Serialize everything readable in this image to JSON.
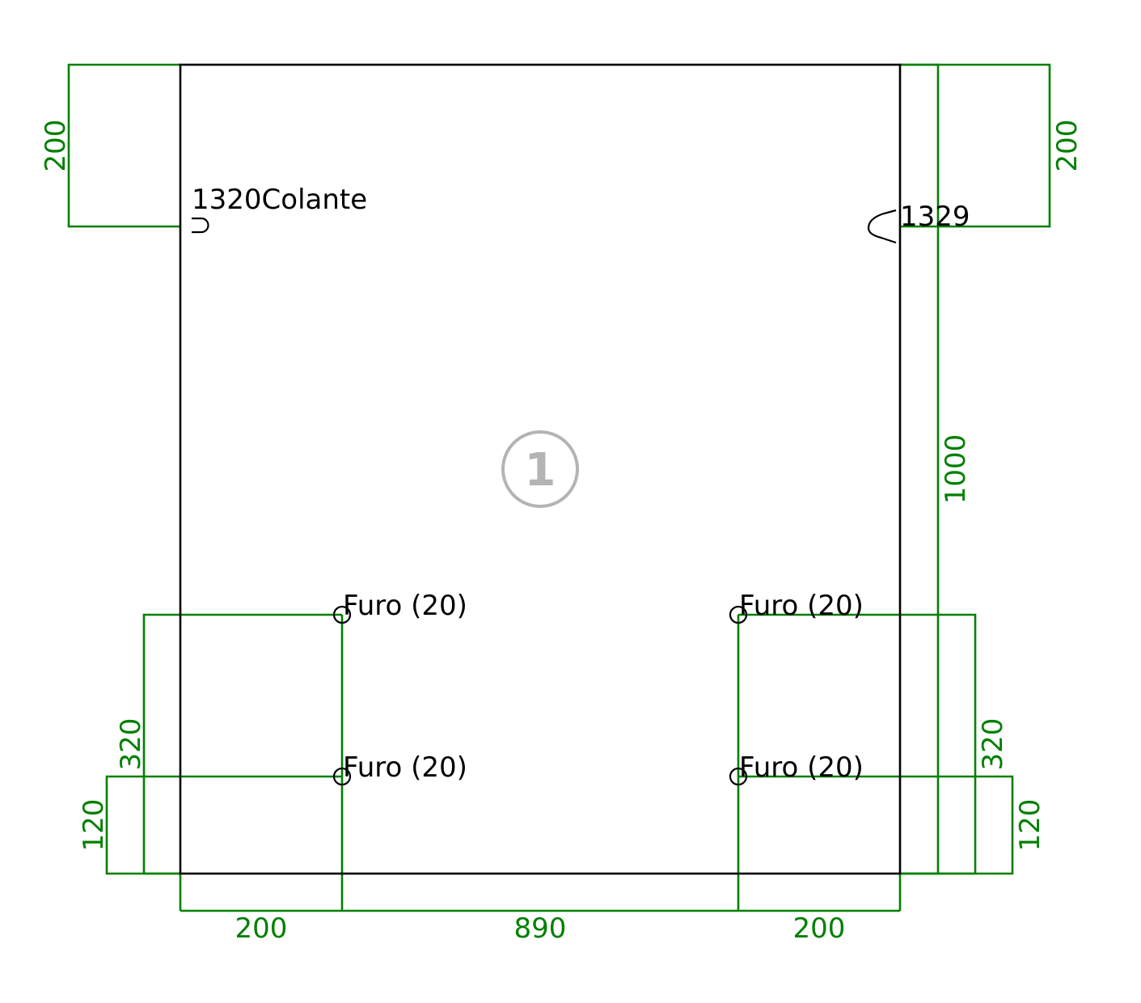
{
  "colors": {
    "dimension": "#008000",
    "outline": "#000000",
    "piece_marker": "#b4b4b4"
  },
  "piece": {
    "number": "1"
  },
  "edge_labels": {
    "left": "1320Colante",
    "right": "1329"
  },
  "holes": [
    {
      "label": "Furo (20)"
    },
    {
      "label": "Furo (20)"
    },
    {
      "label": "Furo (20)"
    },
    {
      "label": "Furo (20)"
    }
  ],
  "dimensions": {
    "left_top": "200",
    "right_top": "200",
    "right_height": "1000",
    "left_320": "320",
    "left_120": "120",
    "right_320": "320",
    "right_120": "120",
    "bottom_left": "200",
    "bottom_middle": "890",
    "bottom_right": "200"
  }
}
